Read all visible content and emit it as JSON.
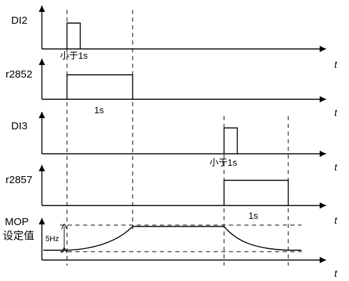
{
  "signals": {
    "di2": "DI2",
    "r2852": "r2852",
    "di3": "DI3",
    "r2857": "r2857",
    "mop_line1": "MOP",
    "mop_line2": "设定值"
  },
  "time_axis_label": "t",
  "annotations": {
    "di2_pulse": "小于1s",
    "r2852_duration": "1s",
    "di3_pulse": "小于1s",
    "r2857_duration": "1s",
    "mop_step": "5Hz"
  }
}
